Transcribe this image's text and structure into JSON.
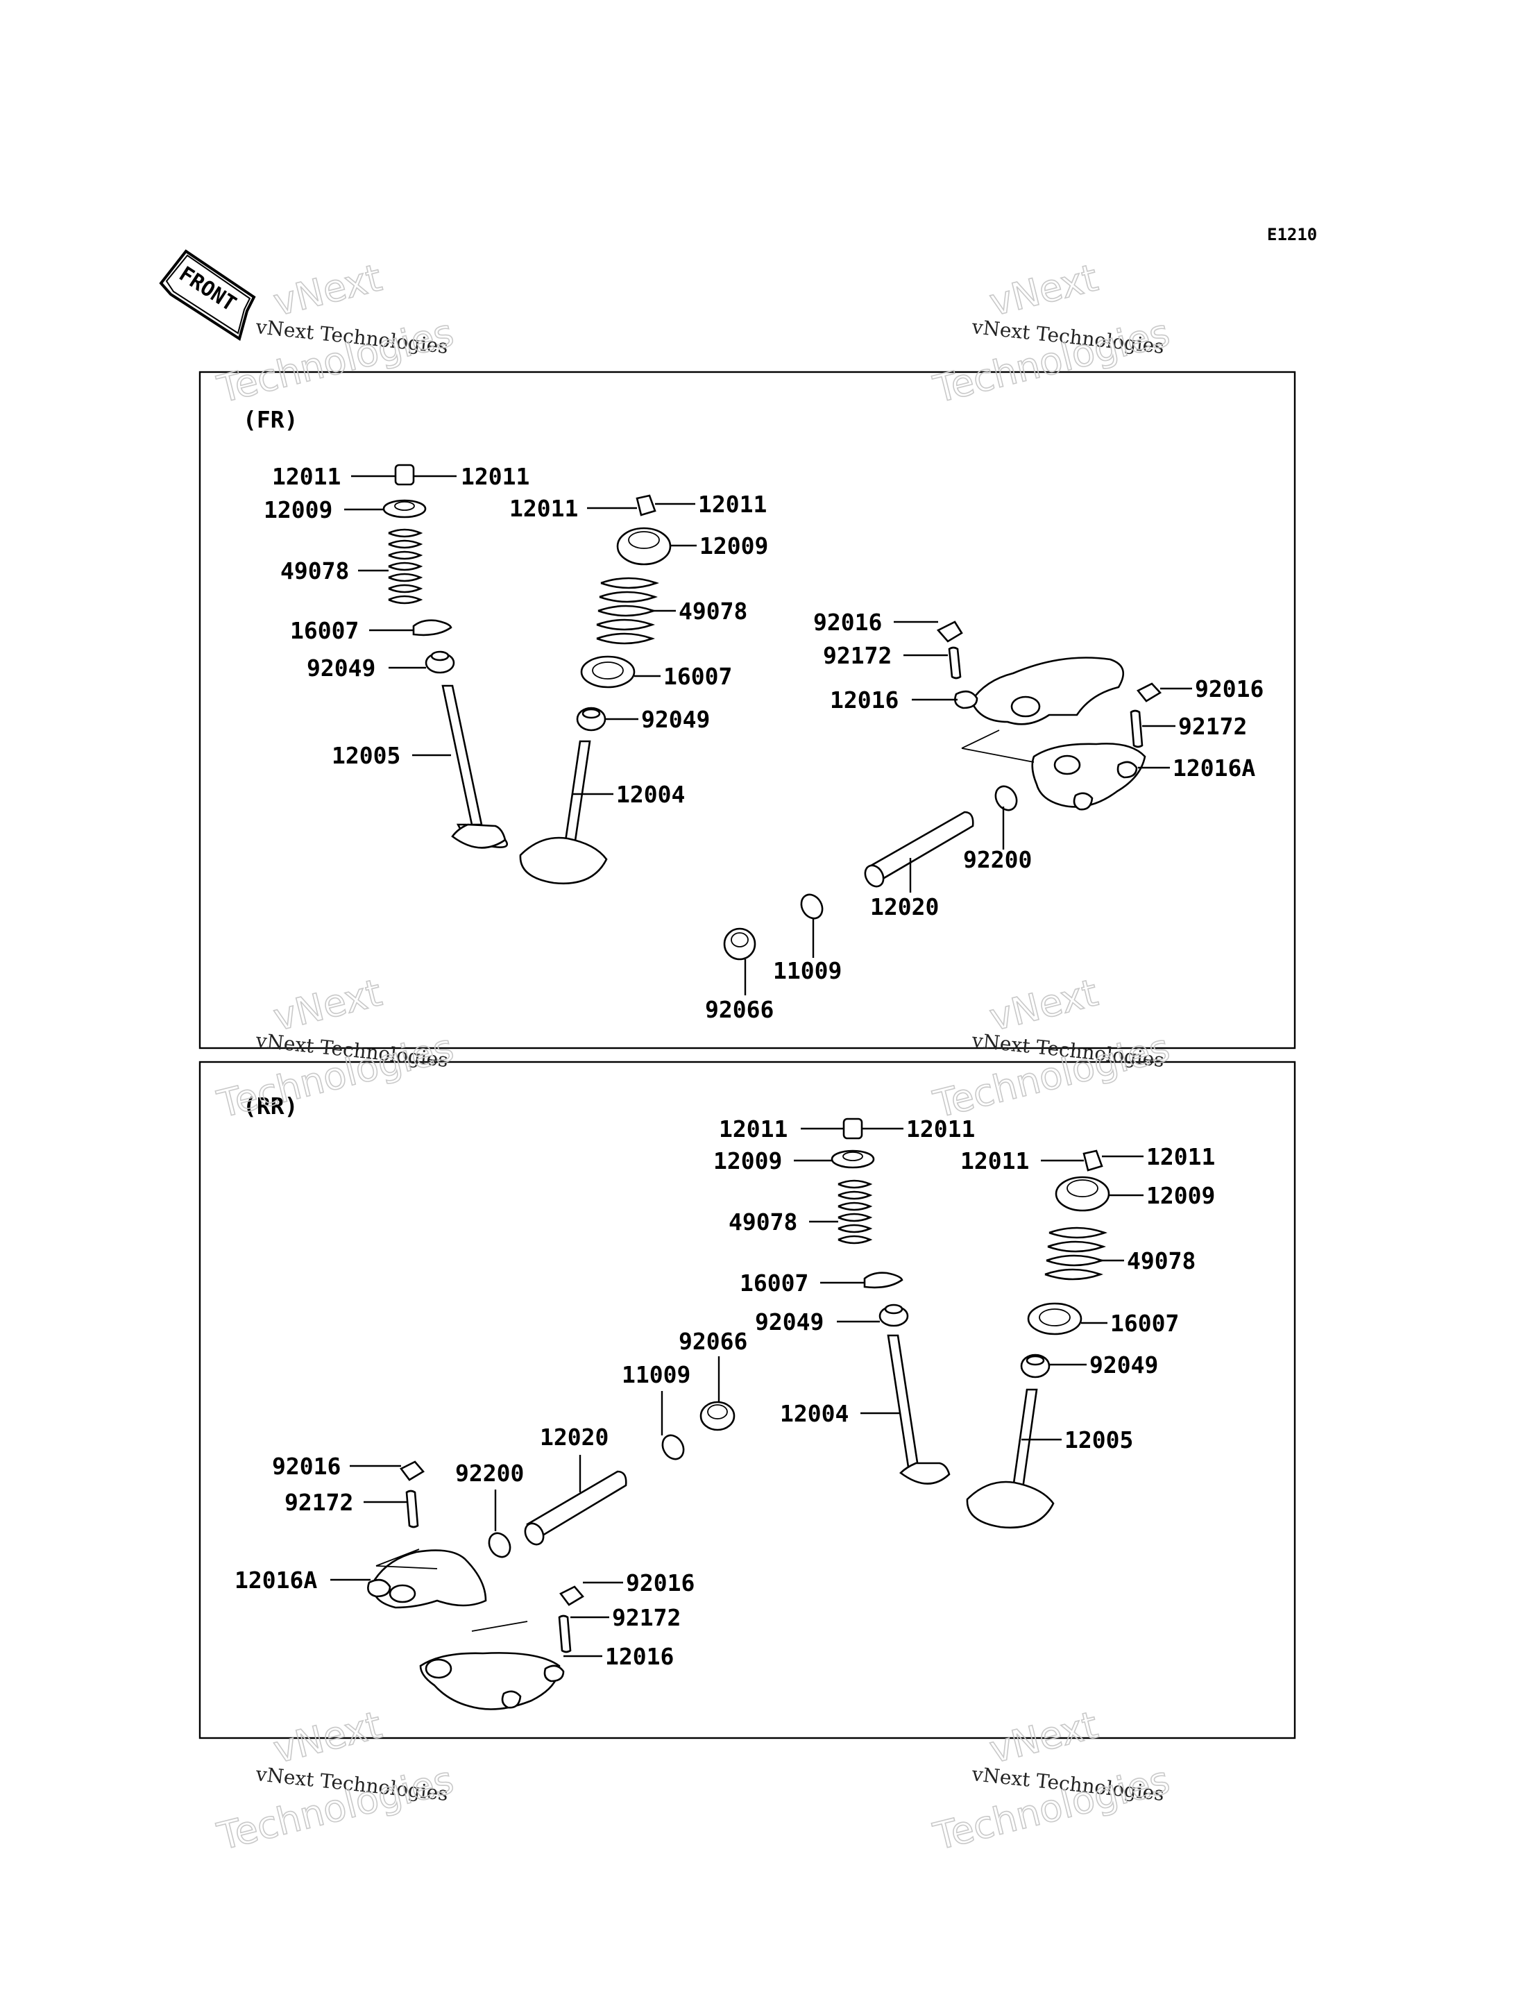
{
  "diagram_code": "E1210",
  "front_badge": "FRONT",
  "watermark": {
    "line1": "vNext Technologies",
    "line2": "vNext",
    "line3": "Technologies"
  },
  "sections": {
    "fr": "(FR)",
    "rr": "(RR)"
  },
  "callouts": {
    "fr_12011_l1": "12011",
    "fr_12011_r1": "12011",
    "fr_12009_l": "12009",
    "fr_49078_l": "49078",
    "fr_16007_l": "16007",
    "fr_92049_l": "92049",
    "fr_12005": "12005",
    "fr_12011_l2": "12011",
    "fr_12011_r2": "12011",
    "fr_12009_r": "12009",
    "fr_49078_r": "49078",
    "fr_16007_r": "16007",
    "fr_92049_r": "92049",
    "fr_12004": "12004",
    "fr_92016_a": "92016",
    "fr_92172_a": "92172",
    "fr_12016": "12016",
    "fr_92016_b": "92016",
    "fr_92172_b": "92172",
    "fr_12016A": "12016A",
    "fr_92200": "92200",
    "fr_12020": "12020",
    "fr_11009": "11009",
    "fr_92066": "92066",
    "rr_12011_l1": "12011",
    "rr_12011_r1": "12011",
    "rr_12009_l": "12009",
    "rr_49078_l": "49078",
    "rr_16007_l": "16007",
    "rr_92049_l": "92049",
    "rr_12004": "12004",
    "rr_12011_l2": "12011",
    "rr_12011_r2": "12011",
    "rr_12009_r": "12009",
    "rr_49078_r": "49078",
    "rr_16007_r": "16007",
    "rr_92049_r": "92049",
    "rr_12005": "12005",
    "rr_92066": "92066",
    "rr_11009": "11009",
    "rr_12020": "12020",
    "rr_92200": "92200",
    "rr_92016_a": "92016",
    "rr_92172_a": "92172",
    "rr_12016A": "12016A",
    "rr_92016_b": "92016",
    "rr_92172_b": "92172",
    "rr_12016": "12016"
  }
}
